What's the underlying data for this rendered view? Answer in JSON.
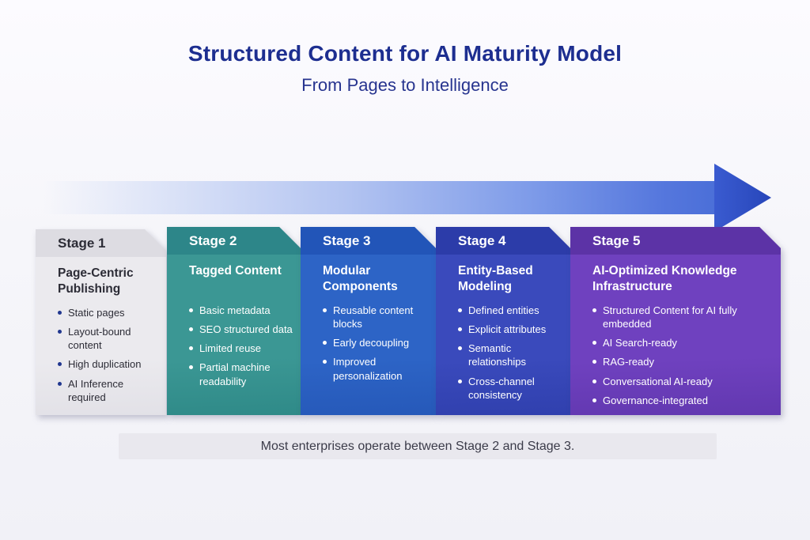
{
  "header": {
    "title": "Structured Content for AI Maturity Model",
    "subtitle": "From Pages to Intelligence"
  },
  "arrow": {
    "direction": "right",
    "gradient_start": "#f3f5fc",
    "gradient_end": "#2746ba"
  },
  "stages": [
    {
      "label": "Stage 1",
      "title": "Page-Centric Publishing",
      "bullets": [
        "Static pages",
        "Layout-bound content",
        "High duplication",
        "AI Inference required"
      ],
      "colors": {
        "band": "#dddce2",
        "body": "#ebeaee",
        "body_deep": "#e2e1e7",
        "text": "#2c2c36",
        "bullet_dot": "#21378f"
      }
    },
    {
      "label": "Stage 2",
      "title": "Tagged Content",
      "bullets": [
        "Basic metadata",
        "SEO structured data",
        "Limited reuse",
        "Partial machine readability"
      ],
      "colors": {
        "band": "#2d8689",
        "body": "#3b9794",
        "body_deep": "#2f8a88",
        "text": "#ffffff",
        "bullet_dot": "#ffffff"
      }
    },
    {
      "label": "Stage 3",
      "title": "Modular Components",
      "bullets": [
        "Reusable content blocks",
        "Early decoupling",
        "Improved personalization"
      ],
      "colors": {
        "band": "#2255b8",
        "body": "#2d64c6",
        "body_deep": "#2659b9",
        "text": "#ffffff",
        "bullet_dot": "#ffffff"
      }
    },
    {
      "label": "Stage 4",
      "title": "Entity-Based Modeling",
      "bullets": [
        "Defined entities",
        "Explicit attributes",
        "Semantic relationships",
        "Cross-channel consistency"
      ],
      "colors": {
        "band": "#2c3ca9",
        "body": "#3a4abc",
        "body_deep": "#3040ae",
        "text": "#ffffff",
        "bullet_dot": "#ffffff"
      }
    },
    {
      "label": "Stage 5",
      "title": "AI-Optimized Knowledge Infrastructure",
      "bullets": [
        "Structured Content for AI fully embedded",
        "AI Search-ready",
        "RAG-ready",
        "Conversational AI-ready",
        "Governance-integrated"
      ],
      "colors": {
        "band": "#5c33a6",
        "body": "#6f41bf",
        "body_deep": "#6238b0",
        "text": "#ffffff",
        "bullet_dot": "#ffffff"
      }
    }
  ],
  "footer": {
    "note": "Most enterprises operate between Stage 2 and Stage 3."
  }
}
